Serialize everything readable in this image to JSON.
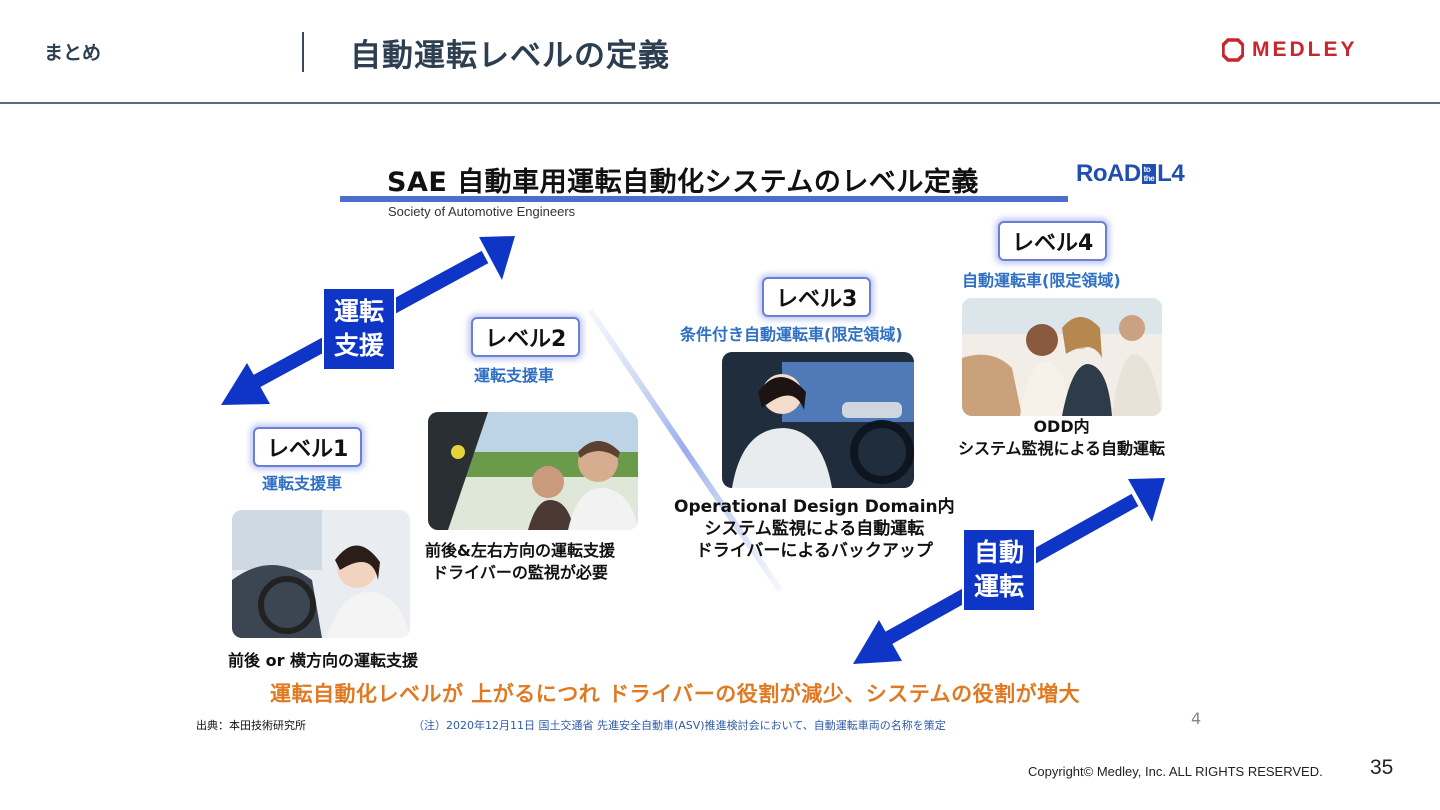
{
  "header": {
    "section": "まとめ",
    "title": "自動運転レベルの定義",
    "logo_text": "MEDLEY"
  },
  "slide": {
    "sae_title": "SAE 自動車用運転自動化システムのレベル定義",
    "sae_subtitle": "Society of Automotive Engineers",
    "road_logo": "RoAD to the L4",
    "road_logo_main": "RoAD",
    "road_logo_small_top": "to",
    "road_logo_small_bottom": "the",
    "road_logo_end": "L4",
    "assist_label_line1": "運転",
    "assist_label_line2": "支援",
    "auto_label_line1": "自動",
    "auto_label_line2": "運転",
    "levels": [
      {
        "badge": "レベル1",
        "sub": "運転支援車",
        "desc1": "前後 or 横方向の運転支援",
        "desc2": ""
      },
      {
        "badge": "レベル2",
        "sub": "運転支援車",
        "desc1": "前後&左右方向の運転支援",
        "desc2": "ドライバーの監視が必要"
      },
      {
        "badge": "レベル3",
        "sub": "条件付き自動運転車(限定領域)",
        "desc1": "Operational Design Domain内",
        "desc2": "システム監視による自動運転",
        "desc3": "ドライバーによるバックアップ"
      },
      {
        "badge": "レベル4",
        "sub": "自動運転車(限定領域)",
        "desc1": "ODD内",
        "desc2": "システム監視による自動運転"
      }
    ],
    "summary": "運転自動化レベルが 上がるにつれ ドライバーの役割が減少、システムの役割が増大",
    "source": "出典：本田技術研究所",
    "footnote": "（注）2020年12月11日 国土交通省 先進安全自動車(ASV)推進検討会において、自動運転車両の名称を策定",
    "inner_page": "4"
  },
  "footer": {
    "copyright": "Copyright© Medley, Inc. ALL RIGHTS RESERVED.",
    "page_number": "35"
  },
  "colors": {
    "brand": "#c8262c",
    "title": "#2d3e50",
    "arrow": "#0f35c7",
    "level_sub": "#2f6fc4",
    "summary": "#e07a22"
  }
}
